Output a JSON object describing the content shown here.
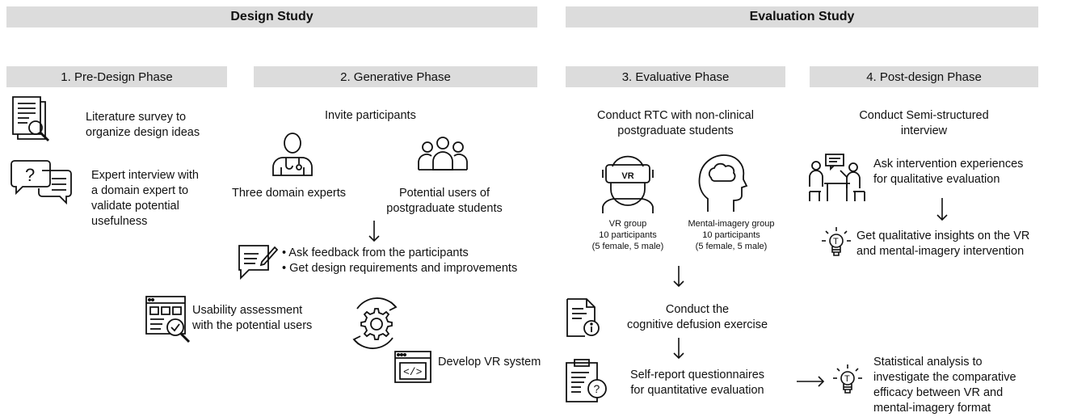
{
  "sections": {
    "design": "Design Study",
    "evaluation": "Evaluation Study"
  },
  "phases": {
    "p1": "1. Pre-Design Phase",
    "p2": "2. Generative Phase",
    "p3": "3. Evaluative Phase",
    "p4": "4. Post-design Phase"
  },
  "pre_design": {
    "literature": [
      "Literature survey to",
      "organize design ideas"
    ],
    "expert": [
      "Expert interview with",
      "a domain expert to",
      "validate potential",
      "usefulness"
    ]
  },
  "generative": {
    "invite": "Invite participants",
    "experts": "Three domain experts",
    "users": [
      "Potential users of",
      "postgraduate students"
    ],
    "feedback": [
      "• Ask feedback from the participants",
      "• Get design requirements and improvements"
    ],
    "usability": [
      "Usability assessment",
      "with the potential users"
    ],
    "develop": "Develop VR system"
  },
  "evaluative": {
    "rtc": [
      "Conduct RTC with non-clinical",
      "postgraduate students"
    ],
    "vr_badge": "VR",
    "vr_group": [
      "VR  group",
      "10 participants",
      "(5 female, 5 male)"
    ],
    "mi_group": [
      "Mental-imagery group",
      "10 participants",
      "(5 female, 5 male)"
    ],
    "defusion": [
      "Conduct the",
      "cognitive defusion exercise"
    ],
    "questionnaire": [
      "Self-report questionnaires",
      "for quantitative evaluation"
    ]
  },
  "post_design": {
    "interview": [
      "Conduct Semi-structured",
      "interview"
    ],
    "ask": [
      "Ask intervention experiences",
      "for qualitative evaluation"
    ],
    "insights": [
      "Get qualitative insights on the VR",
      "and mental-imagery intervention"
    ],
    "stats": [
      "Statistical analysis to",
      "investigate the comparative",
      "efficacy between VR and",
      "mental-imagery format"
    ]
  },
  "icon_glyphs": {
    "question": "?",
    "bulb": "T",
    "code": "</>"
  }
}
